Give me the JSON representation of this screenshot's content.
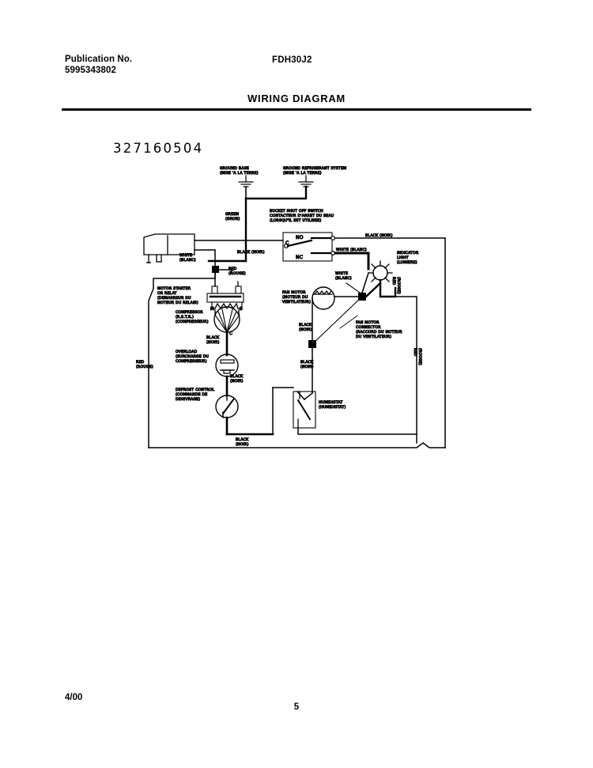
{
  "header": {
    "publication_label": "Publication No.",
    "publication_number": "5995343802",
    "model_number": "FDH30J2",
    "title": "WIRING DIAGRAM",
    "drawing_number": "327160504"
  },
  "footer": {
    "revision_date": "4/00",
    "page_number": "5"
  },
  "diagram": {
    "ground_base": [
      "GROUND BASE",
      "(MISE 'A LA TERRE)"
    ],
    "ground_refrigerant": [
      "GROUND REFRIGERANT SYSTEM",
      "(MISE 'A LA TERRE)"
    ],
    "green_wire": [
      "GREEN",
      "(GRUN)"
    ],
    "bucket_switch": [
      "BUCKET SHUT OFF SWITCH",
      "CONTACTEUR D'ARRET DU SEAU",
      "(LORSQU'IL EST UTILISEE)"
    ],
    "switch_terminal_c": "C",
    "switch_terminal_no": "NO",
    "switch_terminal_nc": "NC",
    "black_top": "BLACK (NOIR)",
    "black_cord": "BLACK (NOIR)",
    "white_cord": [
      "WHITE",
      "(BLANC)"
    ],
    "white_switch": "WHITE (BLANC)",
    "red_relay": [
      "RED",
      "(ROUGE)"
    ],
    "motor_starter": [
      "MOTOR STARTER",
      "OR RELAY",
      "(DEMARREUR DU",
      "MOTEUR DU RELAIS)"
    ],
    "compressor": [
      "COMPRESSOR",
      "(R.S.T.R.)",
      "(COMPRESSEUR)"
    ],
    "compressor_terminal_m": "M",
    "compressor_terminal_s": "S",
    "compressor_terminal_c": "C",
    "black_compressor": [
      "BLACK",
      "(NOIR)"
    ],
    "overload": [
      "OVERLOAD",
      "(SURCHARGE DU",
      "COMPRESSEUR)"
    ],
    "black_overload": [
      "BLACK",
      "(NOIR)"
    ],
    "defrost_control": [
      "DEFROST CONTROL",
      "(COMMANDE DE",
      "DEGIVRAGE)"
    ],
    "black_bottom": [
      "BLACK",
      "(NOIR)"
    ],
    "red_left": [
      "RED",
      "(ROUGE)"
    ],
    "fan_motor": [
      "FAN MOTOR",
      "(MOTEUR DU",
      "VENTILATEUR)"
    ],
    "fan_motor_connector": [
      "FAN MOTOR",
      "CONNECTOR",
      "(RACCORD DU MOTEUR",
      "DU VENTILATEUR)"
    ],
    "black_fan_upper": [
      "BLACK",
      "(NOIR)"
    ],
    "black_fan_lower": [
      "BLACK",
      "(NOIR)"
    ],
    "white_fan": [
      "WHITE",
      "(BLANC)"
    ],
    "indicator_light": [
      "INDICATOR",
      "LIGHT",
      "(LUMIERE)"
    ],
    "red_indicator": [
      "RED",
      "(ROUGE)"
    ],
    "red_right": [
      "RED",
      "(ROUGE)"
    ],
    "humidistat": [
      "HUMIDISTAT",
      "(HUMIDISTAT)"
    ]
  }
}
